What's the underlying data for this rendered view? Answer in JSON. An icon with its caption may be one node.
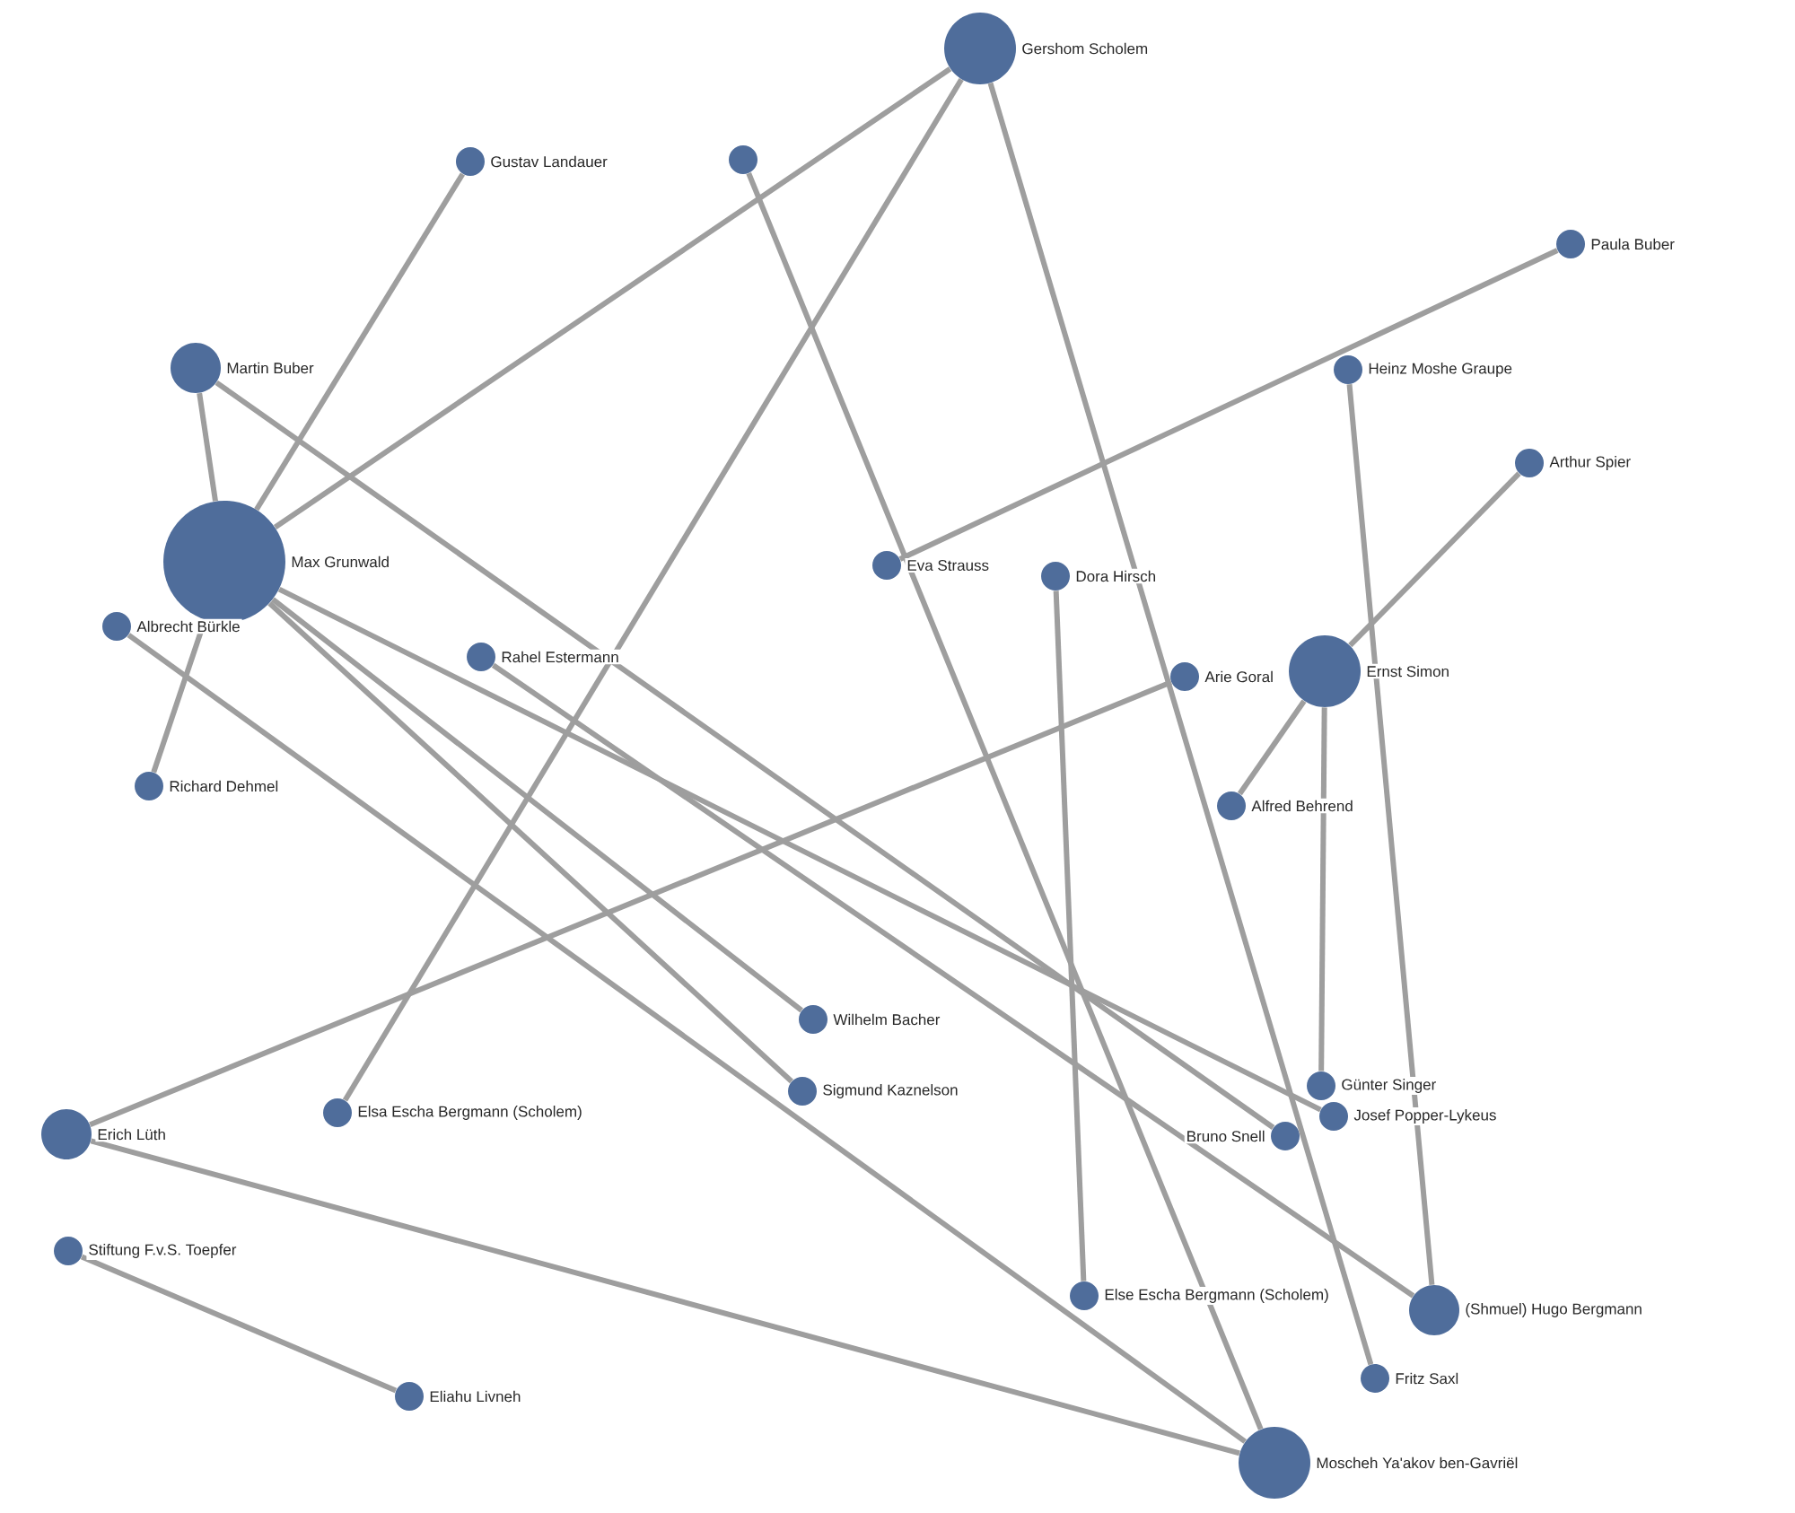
{
  "diagram": {
    "nodes": [
      {
        "text": [
          "Gershom Scholem"
        ]
      },
      {
        "text": [
          "Gustav Landauer"
        ]
      },
      {
        "text": [],
        "shape": "circle"
      },
      {
        "text": [
          "Paula Buber"
        ]
      },
      {
        "text": [
          "Martin Buber"
        ]
      },
      {
        "text": [
          "Heinz Moshe Graupe"
        ]
      },
      {
        "text": [
          "Arthur Spier"
        ]
      },
      {
        "text": [
          "Max Grunwald"
        ]
      },
      {
        "text": [
          "Eva Strauss"
        ]
      },
      {
        "text": [
          "Dora Hirsch"
        ]
      },
      {
        "text": [
          "Albrecht Bürkle"
        ]
      },
      {
        "text": [
          "Rahel Estermann"
        ]
      },
      {
        "text": [
          "Ernst Simon"
        ]
      },
      {
        "text": [
          "Arie Goral"
        ]
      },
      {
        "text": [
          "Richard Dehmel"
        ]
      },
      {
        "text": [
          "Alfred Behrend"
        ]
      },
      {
        "text": [
          "Wilhelm Bacher"
        ]
      },
      {
        "text": [
          "Günter Singer"
        ]
      },
      {
        "text": [
          "Elsa Escha Bergmann (Scholem)"
        ]
      },
      {
        "text": [
          "Sigmund Kaznelson"
        ]
      },
      {
        "text": [
          "Josef Popper-Lykeus"
        ]
      },
      {
        "text": [
          "Bruno Snell"
        ]
      },
      {
        "text": [
          "Erich Lüth"
        ]
      },
      {
        "text": [
          "Stiftung F.v.S. Toepfer"
        ]
      },
      {
        "text": [
          "Else Escha Bergmann (Scholem)"
        ]
      },
      {
        "text": [
          "(Shmuel) Hugo Bergmann"
        ]
      },
      {
        "text": [
          "Fritz Saxl"
        ]
      },
      {
        "text": [
          "Eliahu Livneh"
        ]
      },
      {
        "text": [
          "Moscheh Ya'akov ben-Gavriël"
        ]
      }
    ],
    "edges": [
      {
        "from": 0,
        "to": 7,
        "arrow": "none"
      },
      {
        "from": 0,
        "to": 18,
        "arrow": "none"
      },
      {
        "from": 0,
        "to": 26,
        "arrow": "none"
      },
      {
        "from": 1,
        "to": 7,
        "arrow": "none"
      },
      {
        "from": 2,
        "to": 28,
        "arrow": "none"
      },
      {
        "from": 3,
        "to": 8,
        "arrow": "none"
      },
      {
        "from": 4,
        "to": 7,
        "arrow": "none"
      },
      {
        "from": 4,
        "to": 21,
        "arrow": "none"
      },
      {
        "from": 5,
        "to": 25,
        "arrow": "none"
      },
      {
        "from": 6,
        "to": 12,
        "arrow": "none"
      },
      {
        "from": 7,
        "to": 14,
        "arrow": "none"
      },
      {
        "from": 7,
        "to": 16,
        "arrow": "none"
      },
      {
        "from": 7,
        "to": 19,
        "arrow": "none"
      },
      {
        "from": 7,
        "to": 20,
        "arrow": "none"
      },
      {
        "from": 9,
        "to": 24,
        "arrow": "none"
      },
      {
        "from": 10,
        "to": 28,
        "arrow": "none"
      },
      {
        "from": 11,
        "to": 25,
        "arrow": "none"
      },
      {
        "from": 12,
        "to": 15,
        "arrow": "none"
      },
      {
        "from": 12,
        "to": 17,
        "arrow": "none"
      },
      {
        "from": 13,
        "to": 22,
        "arrow": "none"
      },
      {
        "from": 22,
        "to": 28,
        "arrow": "none"
      },
      {
        "from": 23,
        "to": 27,
        "arrow": "none"
      }
    ]
  }
}
